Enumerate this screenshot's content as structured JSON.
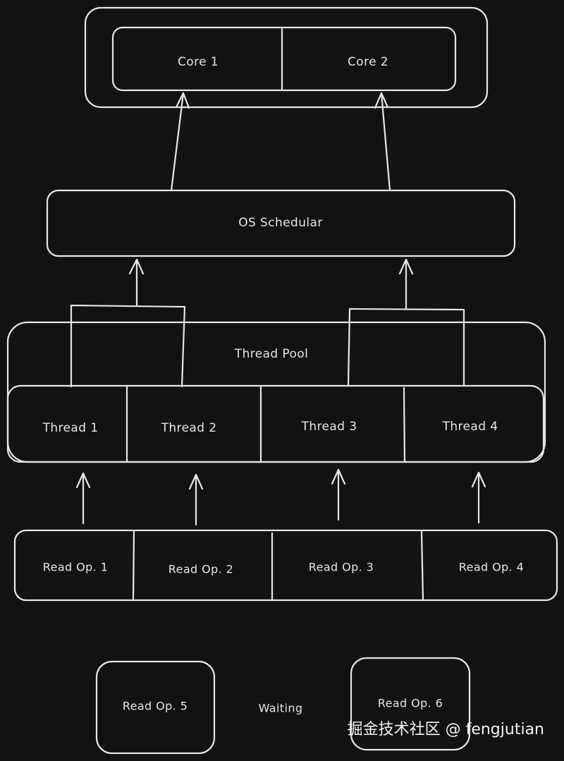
{
  "cpu": {
    "cores": [
      "Core 1",
      "Core 2"
    ]
  },
  "scheduler": {
    "label": "OS Schedular"
  },
  "thread_pool": {
    "label": "Thread Pool",
    "threads": [
      "Thread 1",
      "Thread 2",
      "Thread 3",
      "Thread 4"
    ]
  },
  "read_ops": {
    "active": [
      "Read Op. 1",
      "Read Op. 2",
      "Read Op. 3",
      "Read Op. 4"
    ],
    "waiting": [
      "Read Op. 5",
      "Read Op. 6"
    ],
    "waiting_label": "Waiting"
  },
  "watermark": "掘金技术社区 @ fengjutian"
}
